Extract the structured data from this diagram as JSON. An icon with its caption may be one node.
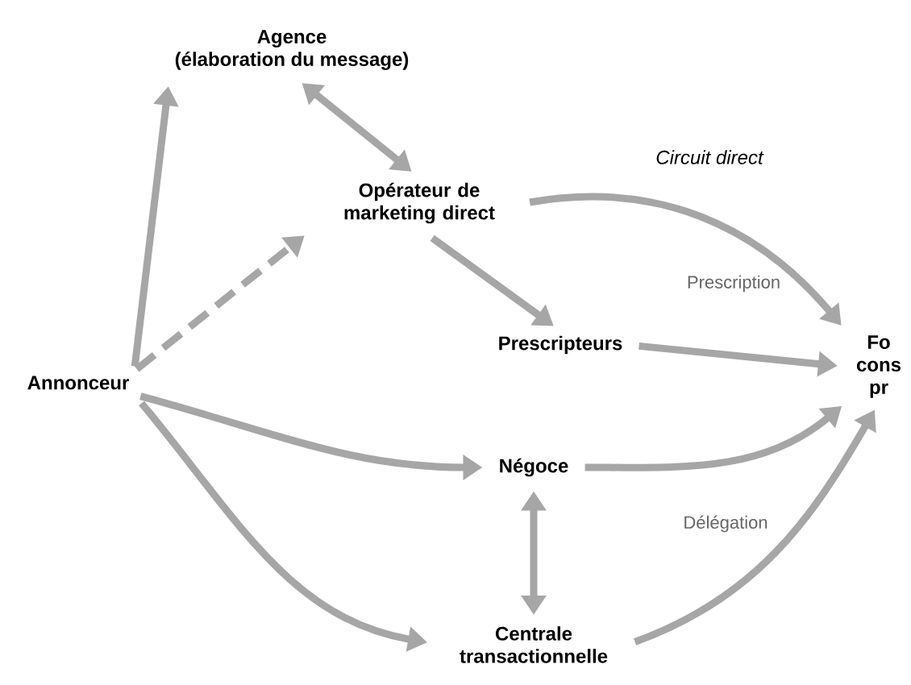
{
  "diagram": {
    "nodes": [
      {
        "text": [
          "Agence",
          "(élaboration du message)"
        ]
      },
      {
        "text": [
          "Opérateur de marketing direct"
        ]
      },
      {
        "text": [
          "Prescripteurs"
        ]
      },
      {
        "text": [
          "Annonceur"
        ]
      },
      {
        "text": [
          "Négoce"
        ]
      },
      {
        "text": [
          "Centrale transactionnelle"
        ]
      },
      {
        "text": [
          "Fo cons pr"
        ]
      }
    ],
    "edges": [
      {
        "from": 3,
        "to": 0,
        "arrow": "to"
      },
      {
        "from": 3,
        "to": 1,
        "arrow": "to",
        "style": "dashed"
      },
      {
        "from": 0,
        "to": 1,
        "arrow": "both"
      },
      {
        "from": 1,
        "to": 6,
        "arrow": "to",
        "label": "Circuit direct"
      },
      {
        "from": 1,
        "to": 2,
        "arrow": "to"
      },
      {
        "from": 2,
        "to": 6,
        "arrow": "to"
      },
      {
        "from": 3,
        "to": 4,
        "arrow": "to"
      },
      {
        "from": 4,
        "to": 6,
        "arrow": "to"
      },
      {
        "from": 4,
        "to": 5,
        "arrow": "both"
      },
      {
        "from": 3,
        "to": 5,
        "arrow": "to"
      },
      {
        "from": 5,
        "to": 6,
        "arrow": "to"
      }
    ],
    "labels": [
      "Prescription",
      "Délégation"
    ]
  }
}
